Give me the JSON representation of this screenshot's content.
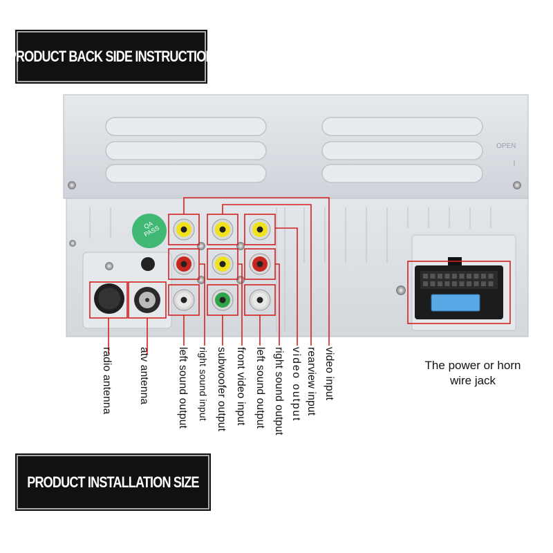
{
  "banners": {
    "top": "PRODUCT BACK SIDE INSTRUCTION",
    "bottom": "PRODUCT INSTALLATION SIZE"
  },
  "device": {
    "open_text": "OPEN",
    "qa_line1": "QA",
    "qa_line2": "PASS"
  },
  "port_labels": [
    "radio antenna",
    "atv antenna",
    "left sound output",
    "right sound input",
    "subwoofer output",
    "front video input",
    "left sound output",
    "right sound output",
    "video output",
    "rearview input",
    "video input"
  ],
  "power_label_line1": "The power or horn",
  "power_label_line2": "wire jack",
  "colors": {
    "callout": "#d42020",
    "rca_yellow": "#f1e21e",
    "rca_red": "#c8251f",
    "rca_white": "#e8e8e8",
    "rca_green": "#2fa44a",
    "qa_badge": "#3fb873",
    "panel_grey": "#d7dbe0"
  }
}
